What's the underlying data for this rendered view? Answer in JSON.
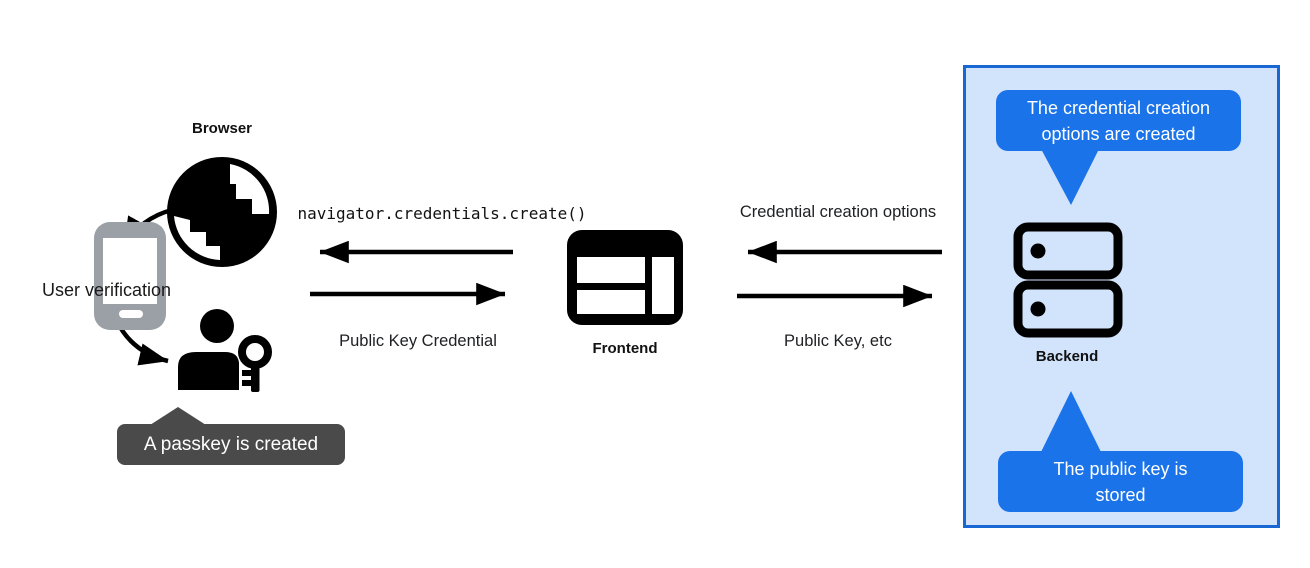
{
  "diagram": {
    "browser_label": "Browser",
    "user_verification_label": "User verification",
    "passkey_tooltip": "A passkey is created",
    "frontend_label": "Frontend",
    "backend_label": "Backend",
    "browser_frontend": {
      "request_label": "navigator.credentials.create()",
      "response_label": "Public Key Credential"
    },
    "frontend_backend": {
      "request_label": "Credential creation options",
      "response_label": "Public Key, etc"
    },
    "backend_panel": {
      "top_tooltip": "The credential creation\noptions are created",
      "bottom_tooltip": "The public key is\nstored"
    }
  },
  "colors": {
    "panel_border": "#1967d2",
    "panel_fill": "#d2e3fc",
    "bubble_fill": "#1a73e8",
    "tooltip_fill": "#4a4a4a",
    "phone_gray": "#9aa0a6",
    "ink": "#000000"
  }
}
